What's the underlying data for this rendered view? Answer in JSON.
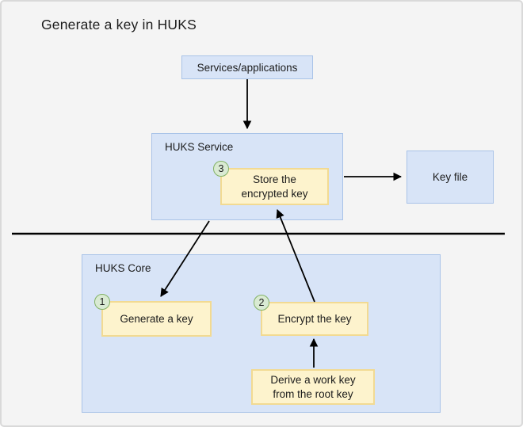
{
  "title": "Generate a key in HUKS",
  "colors": {
    "background": "#f4f4f4",
    "canvas_border": "#d9d9d9",
    "container_fill": "#d8e4f7",
    "container_border": "#a9c3e8",
    "step_fill": "#fdf3cd",
    "step_border": "#f2da92",
    "badge_fill": "#d9ead3",
    "badge_border": "#83b266",
    "arrow": "#000000",
    "text": "#1c1c1c"
  },
  "nodes": {
    "services": {
      "label": "Services/applications"
    },
    "huks_service": {
      "label": "HUKS Service"
    },
    "store_key": {
      "badge": "3",
      "lines": [
        "Store the",
        "encrypted key"
      ]
    },
    "key_file": {
      "label": "Key file"
    },
    "huks_core": {
      "label": "HUKS Core"
    },
    "generate_key": {
      "badge": "1",
      "label": "Generate a key"
    },
    "encrypt_key": {
      "badge": "2",
      "label": "Encrypt the key"
    },
    "derive_key": {
      "lines": [
        "Derive a work key",
        "from the root key"
      ]
    }
  }
}
